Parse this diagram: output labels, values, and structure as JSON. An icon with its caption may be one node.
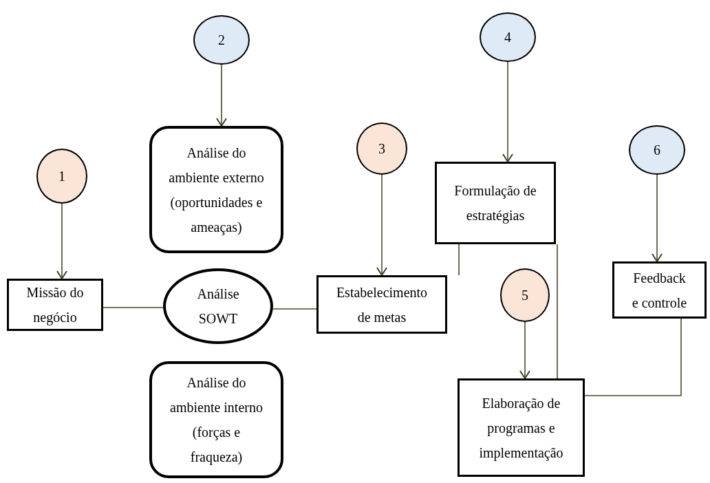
{
  "diagram": {
    "nodes": [
      {
        "text": [
          "1"
        ]
      },
      {
        "text": [
          "2"
        ]
      },
      {
        "text": [
          "3"
        ]
      },
      {
        "text": [
          "4"
        ]
      },
      {
        "text": [
          "5"
        ]
      },
      {
        "text": [
          "6"
        ]
      },
      {
        "text": [
          "Missão do negócio"
        ]
      },
      {
        "text": [
          "Análise do ambiente externo (oportunidades e ameaças)"
        ]
      },
      {
        "text": [
          "Análise SOWT"
        ]
      },
      {
        "text": [
          "Análise do ambiente interno (forças e fraqueza)"
        ]
      },
      {
        "text": [
          "Estabelecimento de metas"
        ]
      },
      {
        "text": [
          "Formulação de estratégias"
        ]
      },
      {
        "text": [
          "Elaboração de programas e implementação"
        ]
      },
      {
        "text": [
          "Feedback e controle"
        ]
      }
    ],
    "edges": [
      {
        "from": 0,
        "to": 6,
        "arrow": "to"
      },
      {
        "from": 1,
        "to": 7,
        "arrow": "to"
      },
      {
        "from": 2,
        "to": 10,
        "arrow": "to"
      },
      {
        "from": 3,
        "to": 11,
        "arrow": "to"
      },
      {
        "from": 4,
        "to": 12,
        "arrow": "to"
      },
      {
        "from": 5,
        "to": 13,
        "arrow": "to"
      },
      {
        "from": 6,
        "to": 8,
        "arrow": "none"
      },
      {
        "from": 8,
        "to": 10,
        "arrow": "none"
      },
      {
        "from": 11,
        "to": 10,
        "arrow": "none"
      },
      {
        "from": 11,
        "to": 12,
        "arrow": "none"
      },
      {
        "from": 13,
        "to": 12,
        "arrow": "none"
      }
    ]
  }
}
